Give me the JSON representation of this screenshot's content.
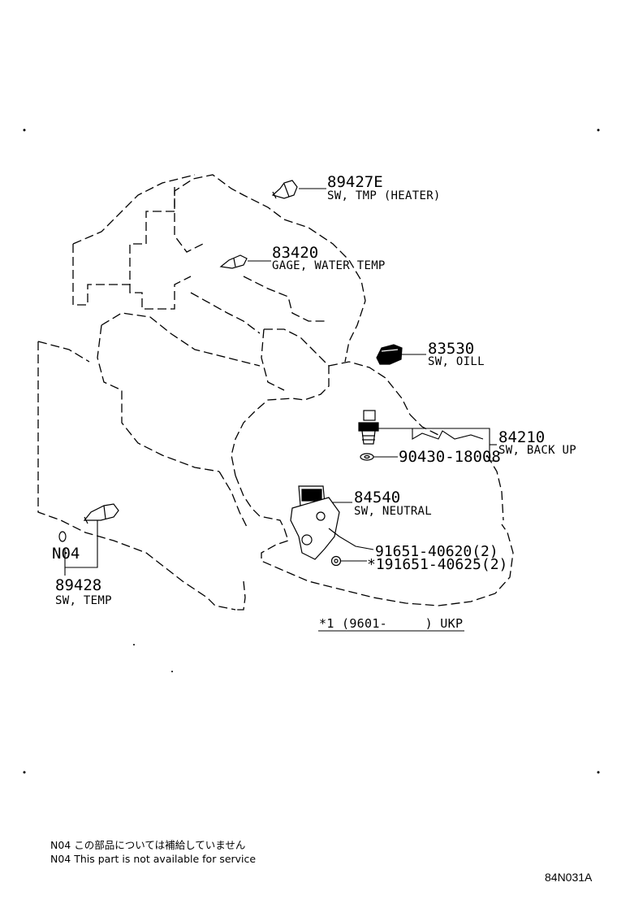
{
  "parts": [
    {
      "number": "89427E",
      "name": "SW, TMP (HEATER)"
    },
    {
      "number": "83420",
      "name": "GAGE, WATER TEMP"
    },
    {
      "number": "83530",
      "name": "SW, OILL"
    },
    {
      "number": "84210",
      "name": "SW, BACK UP"
    },
    {
      "number": "90430-18008",
      "name": ""
    },
    {
      "number": "84540",
      "name": "SW, NEUTRAL"
    },
    {
      "number": "91651-40620(2)",
      "name": ""
    },
    {
      "number": "*191651-40625(2)",
      "name": ""
    },
    {
      "number": "89428",
      "name": "SW, TEMP"
    }
  ],
  "callout_n04": "N04",
  "footnote": "*1 (9601-     ) UKP",
  "notes": [
    "N04 この部品については補給していません",
    "N04 This part is not available for service"
  ],
  "diagram_code": "84N031A"
}
